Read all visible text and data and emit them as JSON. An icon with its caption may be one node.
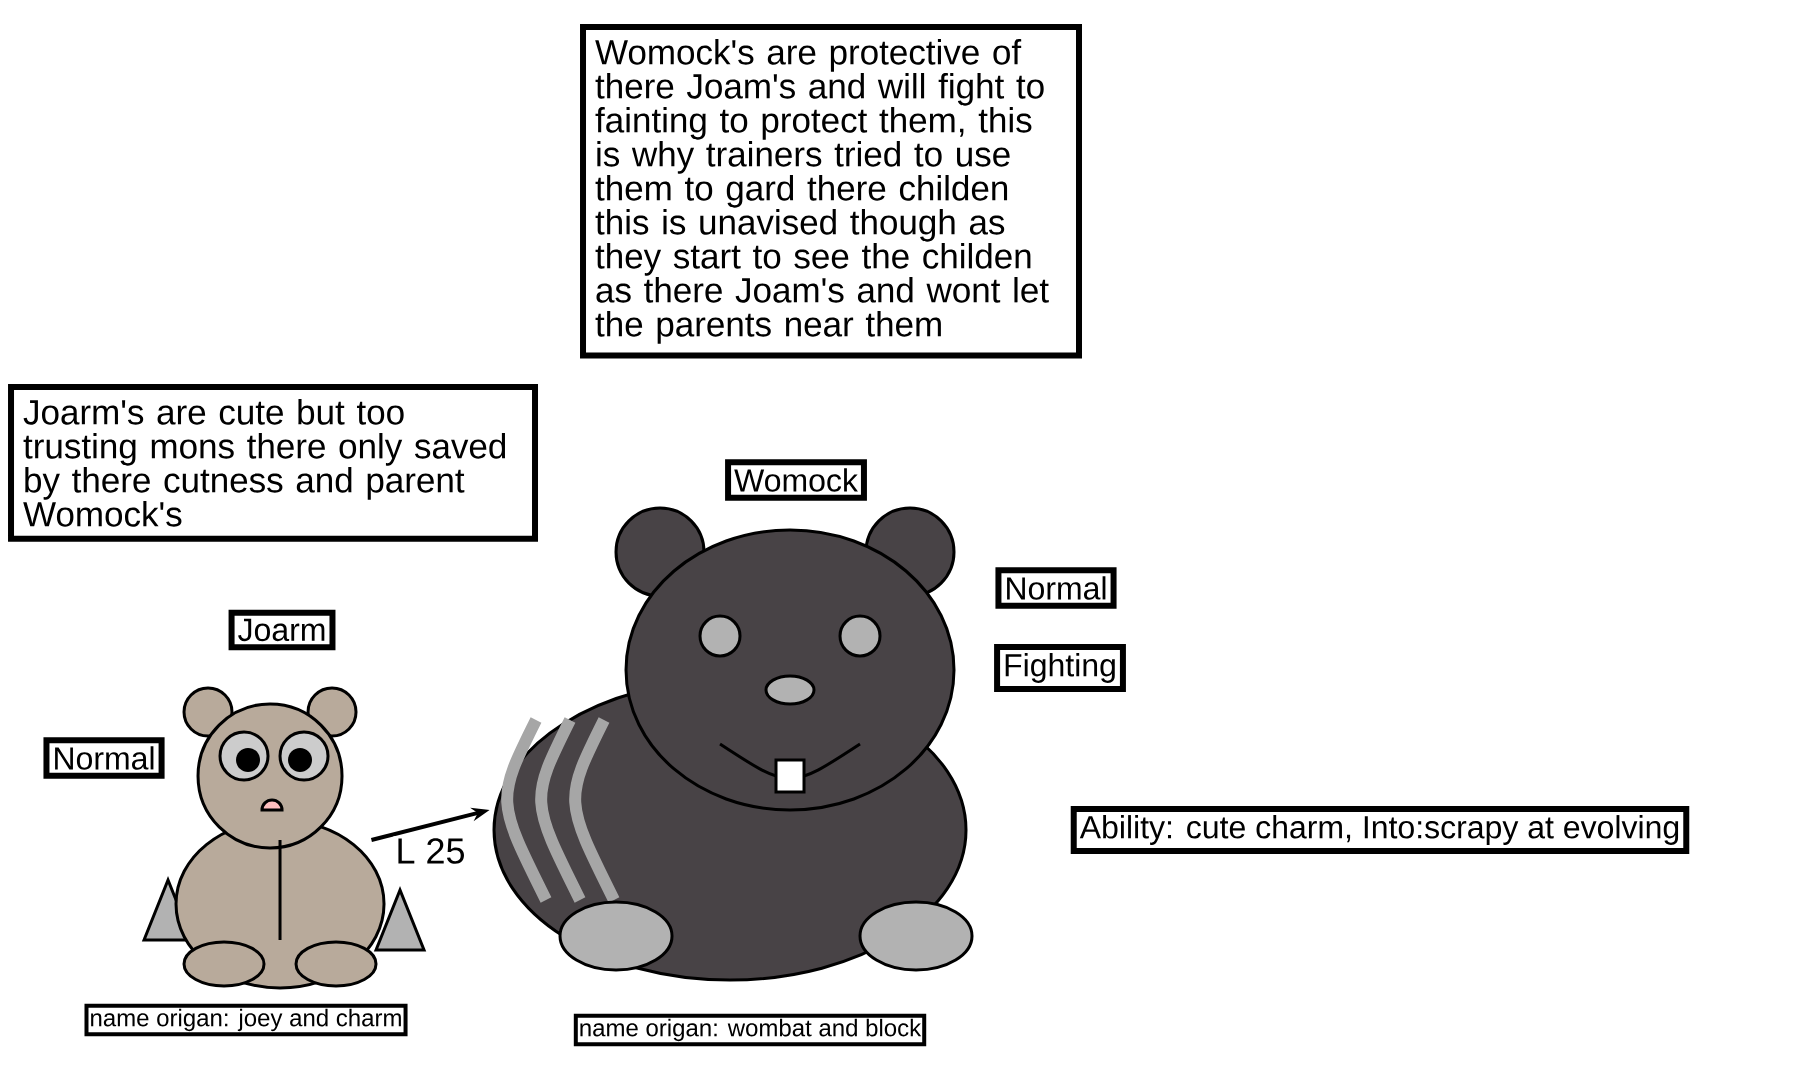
{
  "diagram": {
    "nodes": [
      {
        "text": [
          "Womock's are protective of there Joam's and will fight to fainting to protect them, this is why trainers tried to use them to gard there childen this is unavised though as they start to see the childen as there Joam's and wont let the parents near them"
        ]
      },
      {
        "text": [
          "Joarm's are cute but too trusting mons there only saved by there cutness and parent Womock's"
        ]
      },
      {
        "text": [
          "Womock"
        ]
      },
      {
        "text": [
          "Normal"
        ]
      },
      {
        "text": [
          "Joarm"
        ]
      },
      {
        "text": [
          "Fighting"
        ]
      },
      {
        "text": [
          "Normal"
        ]
      },
      {
        "text": [
          "Ability: cute charm, Into:scrapy at evolving"
        ]
      },
      {
        "text": [],
        "shape": "picture"
      },
      {
        "text": [],
        "shape": "picture"
      },
      {
        "text": [
          "name origan: joey and charm"
        ]
      },
      {
        "text": [
          "name origan: wombat and block"
        ]
      }
    ],
    "edges": [
      {
        "from": 8,
        "to": 9,
        "arrow": "to",
        "label": "L 25"
      }
    ]
  }
}
